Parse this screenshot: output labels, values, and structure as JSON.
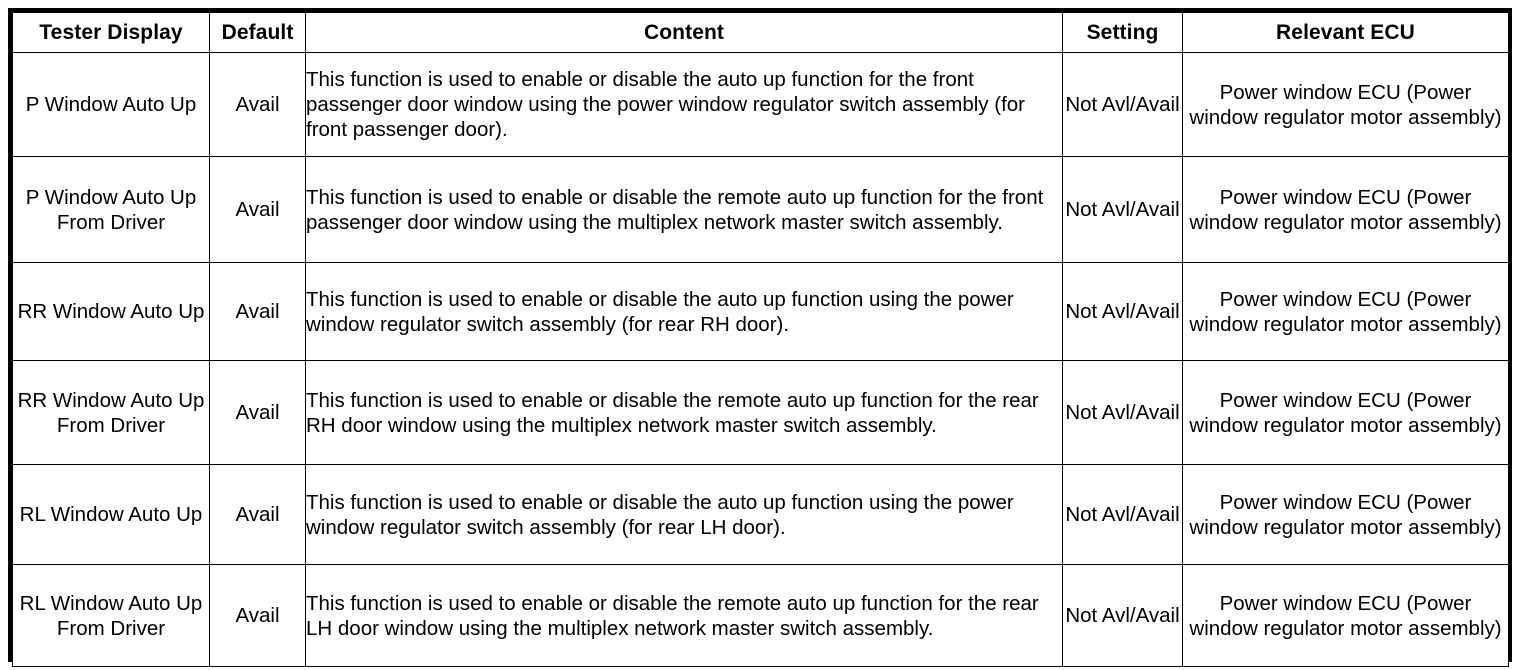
{
  "table": {
    "name": "tester-display-customize-table",
    "columns": [
      {
        "key": "tester_display",
        "label": "Tester Display"
      },
      {
        "key": "default",
        "label": "Default"
      },
      {
        "key": "content",
        "label": "Content"
      },
      {
        "key": "setting",
        "label": "Setting"
      },
      {
        "key": "relevant_ecu",
        "label": "Relevant ECU"
      }
    ],
    "rows": [
      {
        "tester_display": "P Window Auto Up",
        "default": "Avail",
        "content": "This function is used to enable or disable the auto up function for the front passenger door window using the power window regulator switch assembly (for front passenger door).",
        "setting": "Not Avl/Avail",
        "relevant_ecu": "Power window ECU (Power window regulator motor assembly)"
      },
      {
        "tester_display": "P Window Auto Up From Driver",
        "default": "Avail",
        "content": "This function is used to enable or disable the remote auto up function for the front passenger door window using the multiplex network master switch assembly.",
        "setting": "Not Avl/Avail",
        "relevant_ecu": "Power window ECU (Power window regulator motor assembly)"
      },
      {
        "tester_display": "RR Window Auto Up",
        "default": "Avail",
        "content": "This function is used to enable or disable the auto up function using the power window regulator switch assembly (for rear RH door).",
        "setting": "Not Avl/Avail",
        "relevant_ecu": "Power window ECU (Power window regulator motor assembly)"
      },
      {
        "tester_display": "RR Window Auto Up From Driver",
        "default": "Avail",
        "content": "This function is used to enable or disable the remote auto up function for the rear RH door window using the multiplex network master switch assembly.",
        "setting": "Not Avl/Avail",
        "relevant_ecu": "Power window ECU (Power window regulator motor assembly)"
      },
      {
        "tester_display": "RL Window Auto Up",
        "default": "Avail",
        "content": "This function is used to enable or disable the auto up function using the power window regulator switch assembly (for rear LH door).",
        "setting": "Not Avl/Avail",
        "relevant_ecu": "Power window ECU (Power window regulator motor assembly)"
      },
      {
        "tester_display": "RL Window Auto Up From Driver",
        "default": "Avail",
        "content": "This function is used to enable or disable the remote auto up function for the rear LH door window using the multiplex network master switch assembly.",
        "setting": "Not Avl/Avail",
        "relevant_ecu": "Power window ECU (Power window regulator motor assembly)"
      }
    ]
  },
  "colors": {
    "border": "#000000",
    "text": "#000000",
    "background": "#ffffff"
  }
}
